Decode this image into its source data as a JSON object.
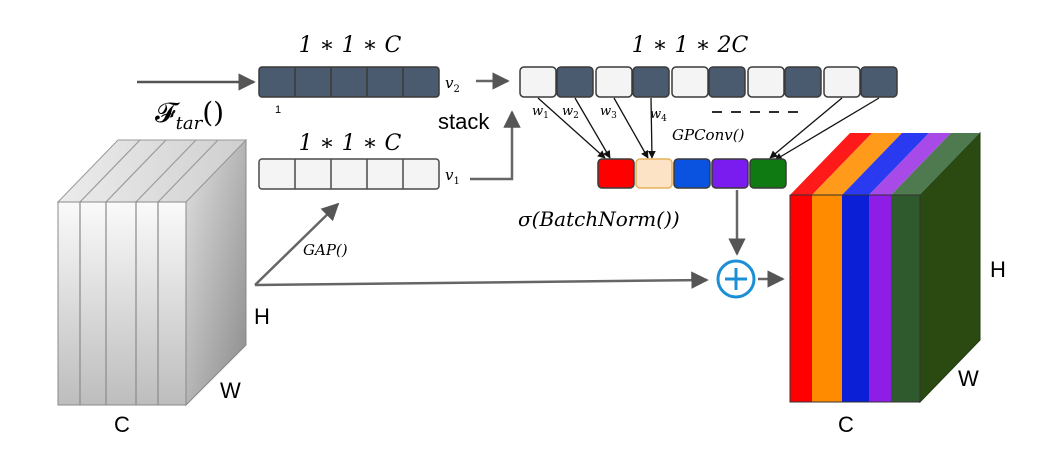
{
  "labels": {
    "top_left_vec": "1 ∗ 1 ∗ C",
    "mid_left_vec": "1 ∗ 1 ∗ C",
    "top_right_vec": "1 ∗ 1 ∗ 2C",
    "v2": "v",
    "v2_sub": "2",
    "v1": "v",
    "v1_sub": "1",
    "index_one": "1",
    "ftar_main": "𝓕",
    "ftar_sub": "tar",
    "ftar_parens": "()",
    "stack": "stack",
    "gap": "GAP()",
    "gpconv": "GPConv()",
    "sigma": "σ(BatchNorm())",
    "w1": "w",
    "w1_sub": "1",
    "w2": "w",
    "w2_sub": "2",
    "w3": "w",
    "w3_sub": "3",
    "w4": "w",
    "w4_sub": "4",
    "left_C": "C",
    "left_H": "H",
    "left_W": "W",
    "right_C": "C",
    "right_H": "H",
    "right_W": "W"
  },
  "colors": {
    "dark_cell": "#4a5a6f",
    "light_cell": "#f4f4f4",
    "cell_border": "#3a3a3a",
    "arrow": "#666666",
    "plus_circle": "#1b8fd6",
    "group_cells": [
      "#ff0000",
      "#fde3c6",
      "#0a52e0",
      "#7a1cf0",
      "#0f7a12"
    ],
    "output_stripes": [
      "#ff0000",
      "#ff8c00",
      "#0b1fd6",
      "#8e1ee6",
      "#2e5a2e",
      "#2a4a12"
    ]
  }
}
